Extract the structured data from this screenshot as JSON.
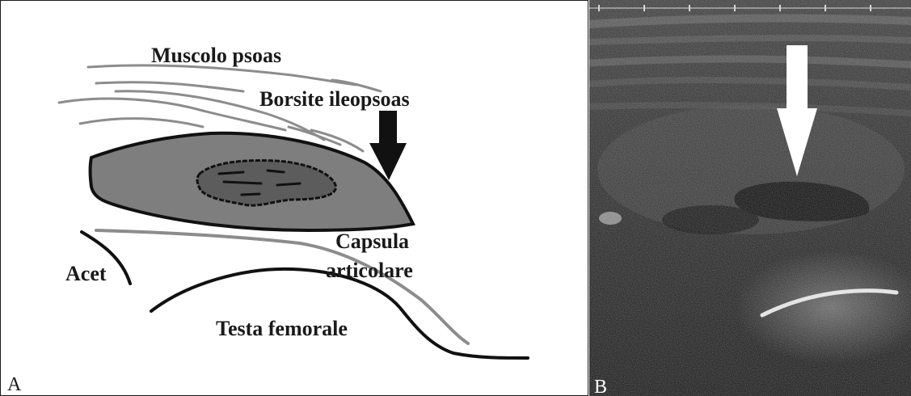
{
  "panel_a": {
    "letter": "A",
    "labels": {
      "psoas": "Muscolo psoas",
      "bursitis": "Borsite ileopsoas",
      "capsule_line1": "Capsula",
      "capsule_line2": "articolare",
      "acetabulum": "Acet",
      "femoral_head": "Testa femorale"
    }
  },
  "panel_b": {
    "letter": "B"
  },
  "colors": {
    "muscle_lines": "#8c8c8c",
    "bursa_fill": "#7e7e7e",
    "bursa_inner": "#5c5c5c",
    "outline": "#111111",
    "arrow_a": "#111111",
    "arrow_b": "#ffffff"
  }
}
